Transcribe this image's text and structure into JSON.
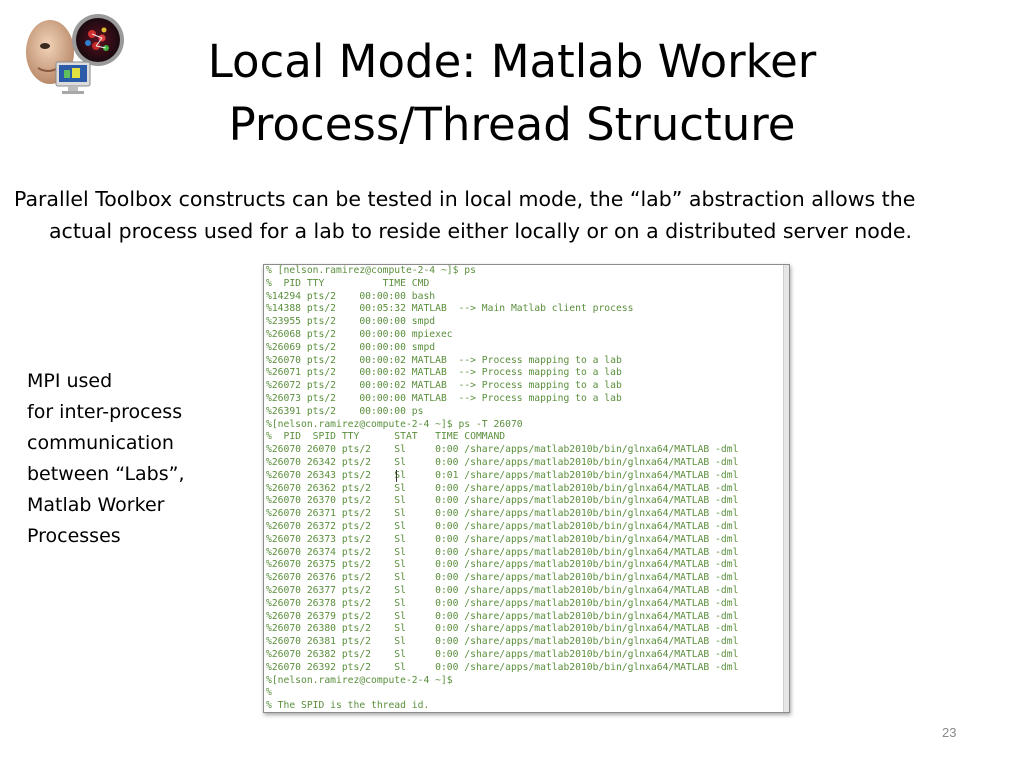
{
  "slide": {
    "title_lines": [
      "Local Mode: Matlab Worker",
      "Process/Thread Structure"
    ],
    "intro_lines": [
      "Parallel Toolbox constructs can be tested in local mode, the “lab” abstraction allows the",
      "actual process used for a lab to reside either locally or on a distributed server node."
    ],
    "side_note_lines": [
      "MPI used",
      "for inter-process",
      "communication",
      "between “Labs”,",
      "Matlab Worker",
      "Processes"
    ],
    "page_number": "23"
  },
  "terminal": {
    "text_color": "#5a8f3c",
    "lines": [
      "% [nelson.ramirez@compute-2-4 ~]$ ps",
      "%  PID TTY          TIME CMD",
      "%14294 pts/2    00:00:00 bash",
      "%14388 pts/2    00:05:32 MATLAB  --> Main Matlab client process",
      "%23955 pts/2    00:00:00 smpd",
      "%26068 pts/2    00:00:00 mpiexec",
      "%26069 pts/2    00:00:00 smpd",
      "%26070 pts/2    00:00:02 MATLAB  --> Process mapping to a lab",
      "%26071 pts/2    00:00:02 MATLAB  --> Process mapping to a lab",
      "%26072 pts/2    00:00:02 MATLAB  --> Process mapping to a lab",
      "%26073 pts/2    00:00:00 MATLAB  --> Process mapping to a lab",
      "%26391 pts/2    00:00:00 ps",
      "%[nelson.ramirez@compute-2-4 ~]$ ps -T 26070",
      "%  PID  SPID TTY      STAT   TIME COMMAND",
      "%26070 26070 pts/2    Sl     0:00 /share/apps/matlab2010b/bin/glnxa64/MATLAB -dml",
      "%26070 26342 pts/2    Sl     0:00 /share/apps/matlab2010b/bin/glnxa64/MATLAB -dml",
      "%26070 26343 pts/2    Sl     0:01 /share/apps/matlab2010b/bin/glnxa64/MATLAB -dml",
      "%26070 26362 pts/2    Sl     0:00 /share/apps/matlab2010b/bin/glnxa64/MATLAB -dml",
      "%26070 26370 pts/2    Sl     0:00 /share/apps/matlab2010b/bin/glnxa64/MATLAB -dml",
      "%26070 26371 pts/2    Sl     0:00 /share/apps/matlab2010b/bin/glnxa64/MATLAB -dml",
      "%26070 26372 pts/2    Sl     0:00 /share/apps/matlab2010b/bin/glnxa64/MATLAB -dml",
      "%26070 26373 pts/2    Sl     0:00 /share/apps/matlab2010b/bin/glnxa64/MATLAB -dml",
      "%26070 26374 pts/2    Sl     0:00 /share/apps/matlab2010b/bin/glnxa64/MATLAB -dml",
      "%26070 26375 pts/2    Sl     0:00 /share/apps/matlab2010b/bin/glnxa64/MATLAB -dml",
      "%26070 26376 pts/2    Sl     0:00 /share/apps/matlab2010b/bin/glnxa64/MATLAB -dml",
      "%26070 26377 pts/2    Sl     0:00 /share/apps/matlab2010b/bin/glnxa64/MATLAB -dml",
      "%26070 26378 pts/2    Sl     0:00 /share/apps/matlab2010b/bin/glnxa64/MATLAB -dml",
      "%26070 26379 pts/2    Sl     0:00 /share/apps/matlab2010b/bin/glnxa64/MATLAB -dml",
      "%26070 26380 pts/2    Sl     0:00 /share/apps/matlab2010b/bin/glnxa64/MATLAB -dml",
      "%26070 26381 pts/2    Sl     0:00 /share/apps/matlab2010b/bin/glnxa64/MATLAB -dml",
      "%26070 26382 pts/2    Sl     0:00 /share/apps/matlab2010b/bin/glnxa64/MATLAB -dml",
      "%26070 26392 pts/2    Sl     0:00 /share/apps/matlab2010b/bin/glnxa64/MATLAB -dml",
      "%[nelson.ramirez@compute-2-4 ~]$",
      "%",
      "% The SPID is the thread id."
    ]
  }
}
